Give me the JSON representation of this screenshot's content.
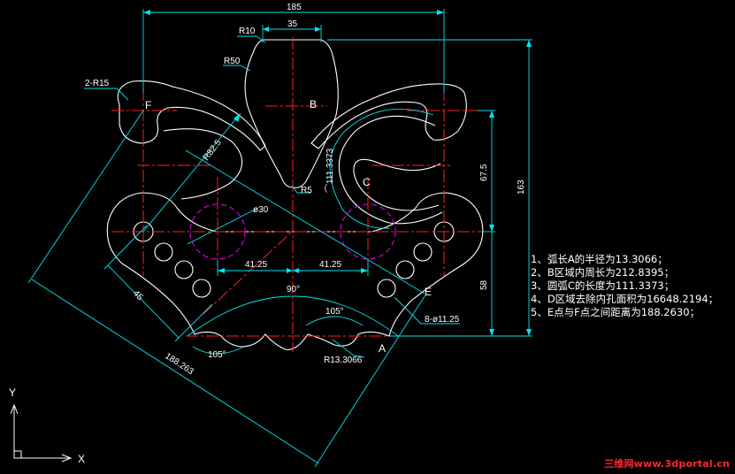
{
  "drawing": {
    "colors": {
      "outline": "#ffffff",
      "center": "#ff2020",
      "dimension": "#00e5ee",
      "hidden_circle": "#e000e0",
      "note": "#ffffff",
      "background": "#000000",
      "watermark": "#ff2a2a"
    },
    "dimensions": {
      "top_width": "185",
      "top_slot": "35",
      "r10": "R10",
      "r50": "R50",
      "r15": "2-R15",
      "r82": "R82.5",
      "r5": "R5",
      "arc_c": "⌒111.3373",
      "phi30": "ø30",
      "w41a": "41.25",
      "w41b": "41.25",
      "v675": "67.5",
      "v163": "163",
      "v58": "58",
      "ang90": "90°",
      "ang105a": "105°",
      "ang105b": "105°",
      "phi1125": "8-ø11.25",
      "r133": "R13.3066",
      "d45": "45",
      "d188": "188.263"
    },
    "labels": {
      "b": "B",
      "c": "C",
      "f": "F",
      "e": "E",
      "a": "A"
    },
    "notes": [
      "1、弧长A的半径为13.3066；",
      "2、B区域内周长为212.8395；",
      "3、圆弧C的长度为111.3373；",
      "4、D区域去除内孔面积为16648.2194；",
      "5、E点与F点之间距离为188.2630；"
    ],
    "ucs": {
      "x": "X",
      "y": "Y"
    }
  },
  "watermark": "三维网www.3dportal.cn"
}
